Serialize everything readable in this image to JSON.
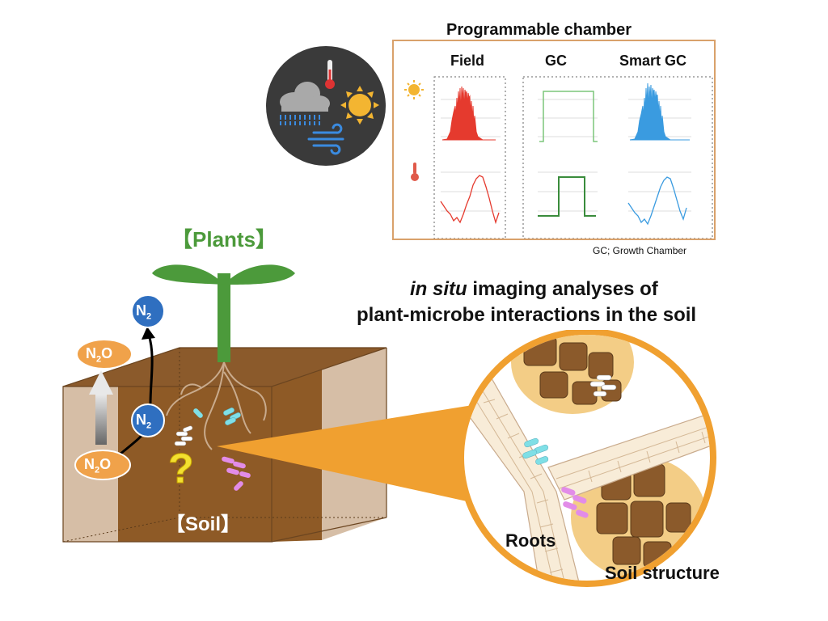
{
  "chamber": {
    "title": "Programmable chamber",
    "columns": [
      "Field",
      "GC",
      "Smart GC"
    ],
    "footnote": "GC; Growth Chamber"
  },
  "imaging": {
    "title_italic": "in situ",
    "title_line1_rest": " imaging analyses of",
    "title_line2": "plant-microbe interactions in the soil"
  },
  "labels": {
    "plants": "【Plants】",
    "soil": "【Soil】",
    "roots": "Roots",
    "soil_structure": "Soil structure",
    "question": "?"
  },
  "gases": {
    "n2_main": "N",
    "n2_sub": "2",
    "n2o_main": "N",
    "n2o_sub": "2",
    "n2o_tail": "O"
  },
  "colors": {
    "plant_green": "#4c9a3b",
    "soil_brown": "#8b5a2b",
    "field_red": "#e53a2e",
    "gc_green": "#4caf50",
    "smart_blue": "#3a9be0",
    "n2_blue": "#2f6fc0",
    "n2o_orange": "#f0a24a",
    "accent_orange": "#f0a030"
  }
}
